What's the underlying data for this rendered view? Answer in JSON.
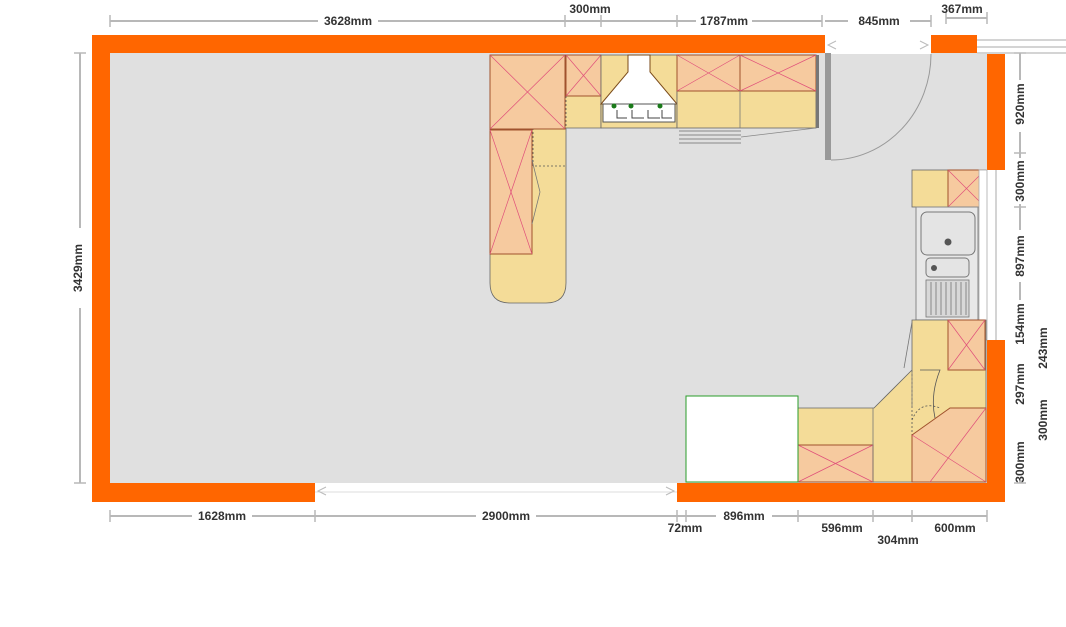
{
  "plan": {
    "dimensions": {
      "top_left": "3628mm",
      "top_hood": "300mm",
      "top_right_run": "1787mm",
      "top_door": "845mm",
      "top_window": "367mm",
      "left_height": "3429mm",
      "right_top": "920mm",
      "right_300a": "300mm",
      "right_sink": "897mm",
      "right_154": "154mm",
      "right_243": "243mm",
      "right_297": "297mm",
      "right_300b": "300mm",
      "right_300c": "300mm",
      "bottom_left": "1628mm",
      "bottom_opening": "2900mm",
      "bottom_72": "72mm",
      "bottom_896": "896mm",
      "bottom_596": "596mm",
      "bottom_304": "304mm",
      "bottom_600": "600mm"
    },
    "colors": {
      "wall": "#ff6600",
      "floor": "#e0e0e0",
      "base_unit": "#f6ca9f",
      "worktop": "#f4dc98",
      "cross": "#e0507a",
      "appliance_outline": "#2a9d2a"
    }
  }
}
